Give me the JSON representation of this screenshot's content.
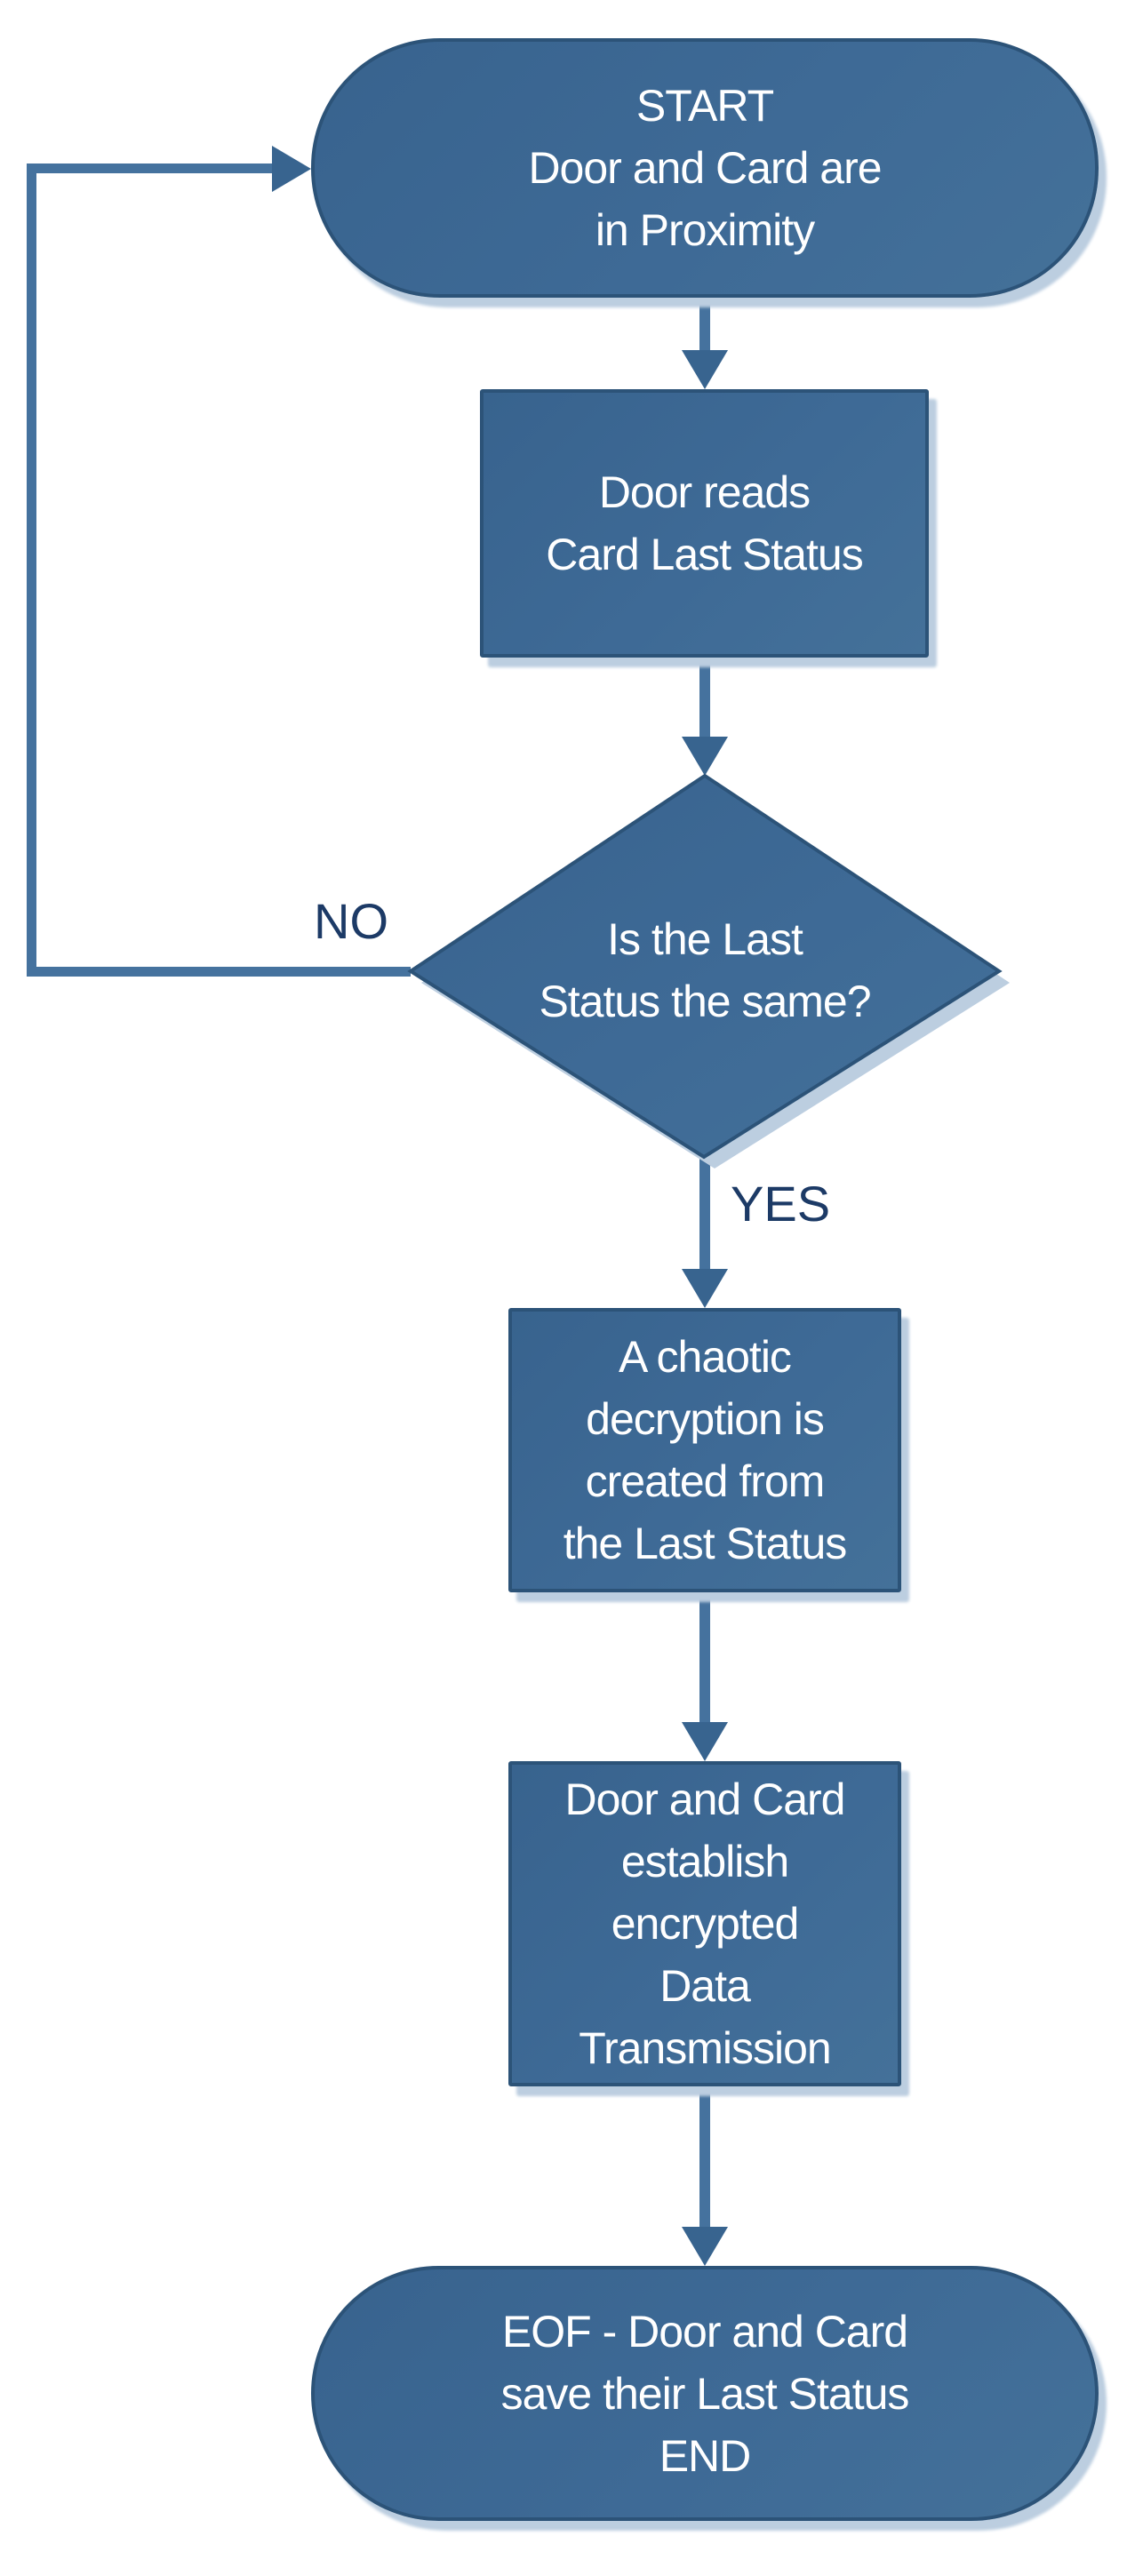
{
  "diagram": {
    "kind": "flowchart",
    "nodes": {
      "start": {
        "type": "terminator",
        "label": "START\nDoor and Card are\nin Proximity"
      },
      "read": {
        "type": "process",
        "label": "Door reads\nCard Last Status"
      },
      "decision": {
        "type": "decision",
        "label": "Is the Last\nStatus the same?"
      },
      "decrypt": {
        "type": "process",
        "label": "A chaotic\ndecryption is\ncreated from\nthe Last Status"
      },
      "transmit": {
        "type": "process",
        "label": "Door and Card\nestablish\nencrypted\nData\nTransmission"
      },
      "end": {
        "type": "terminator",
        "label": "EOF - Door and Card\nsave their Last Status\nEND"
      }
    },
    "edges": {
      "no_label": "NO",
      "yes_label": "YES"
    },
    "colors": {
      "fill_dark": "#38638e",
      "fill_mid": "#3e6a96",
      "fill_light": "#447199",
      "border": "#2c5378",
      "shadow": "#bccee0",
      "connector": "#45729e",
      "arrowhead": "#38648f",
      "label_text": "#1c3a66",
      "node_text": "#ffffff"
    }
  }
}
